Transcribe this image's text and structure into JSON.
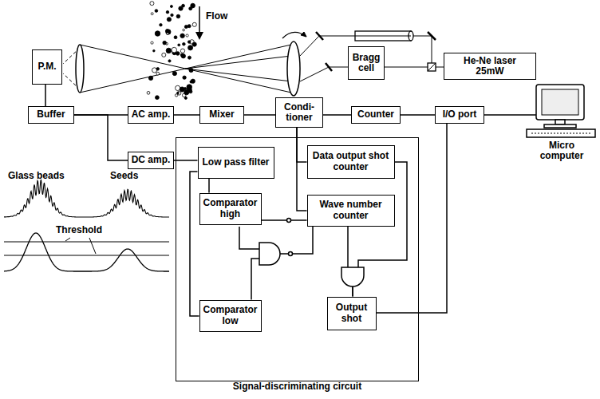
{
  "diagram": {
    "nodes": [
      {
        "text": [
          "P.M."
        ]
      },
      {
        "text": [
          "Bragg cell"
        ]
      },
      {
        "text": [
          "He-Ne laser 25mW"
        ]
      },
      {
        "text": [
          "Buffer"
        ]
      },
      {
        "text": [
          "AC amp."
        ]
      },
      {
        "text": [
          "Mixer"
        ]
      },
      {
        "text": [
          "Condi- tioner"
        ]
      },
      {
        "text": [
          "Counter"
        ]
      },
      {
        "text": [
          "I/O port"
        ]
      },
      {
        "text": [
          "DC amp."
        ]
      },
      {
        "text": [
          "Signal-discriminating circuit"
        ]
      },
      {
        "text": [
          "Low pass filter"
        ],
        "in": 10
      },
      {
        "text": [
          "Data output shot counter"
        ],
        "in": 10
      },
      {
        "text": [
          "Comparator high"
        ],
        "in": 10
      },
      {
        "text": [
          "Wave number counter"
        ],
        "in": 10
      },
      {
        "text": [
          "Comparator low"
        ],
        "in": 10
      },
      {
        "text": [
          "Output shot"
        ],
        "in": 10
      }
    ],
    "edges": [
      {
        "from": 0,
        "to": 3,
        "arrow": "none"
      },
      {
        "from": 3,
        "to": 4,
        "arrow": "none"
      },
      {
        "from": 4,
        "to": 5,
        "arrow": "none"
      },
      {
        "from": 5,
        "to": 6,
        "arrow": "none"
      },
      {
        "from": 6,
        "to": 7,
        "arrow": "none"
      },
      {
        "from": 7,
        "to": 8,
        "arrow": "none"
      },
      {
        "from": 3,
        "to": 9,
        "arrow": "none"
      },
      {
        "from": 9,
        "to": 11,
        "arrow": "none"
      },
      {
        "from": 11,
        "to": 13,
        "arrow": "none"
      },
      {
        "from": 11,
        "to": 15,
        "arrow": "none"
      },
      {
        "from": 6,
        "to": 12,
        "arrow": "none"
      },
      {
        "from": 6,
        "to": 14,
        "arrow": "none"
      },
      {
        "from": 13,
        "to": 14,
        "arrow": "none"
      },
      {
        "from": 15,
        "to": 14,
        "arrow": "none"
      },
      {
        "from": 12,
        "to": 16,
        "arrow": "none"
      },
      {
        "from": 14,
        "to": 16,
        "arrow": "none"
      },
      {
        "from": 16,
        "to": 8,
        "arrow": "none"
      }
    ],
    "labels": [
      "Flow",
      "Micro computer",
      "Glass beads",
      "Seeds",
      "Threshold"
    ]
  }
}
